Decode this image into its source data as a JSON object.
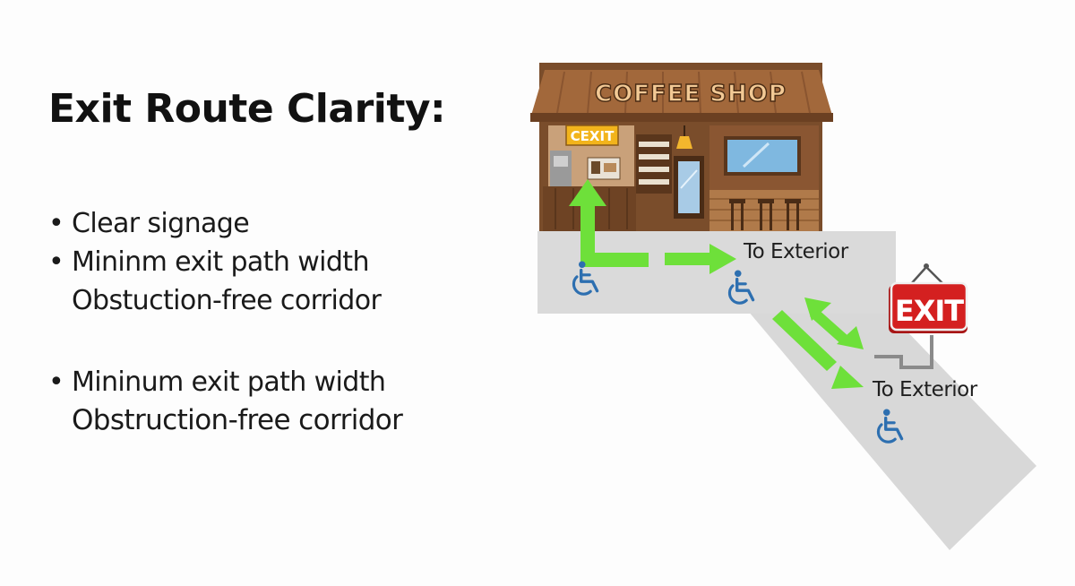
{
  "title": "Exit Route Clarity:",
  "bullets": {
    "item1": "Clear signage",
    "item2": "Mininm exit path width",
    "item2_continued": "Obstuction-free corridor",
    "item3": "Mininum exit path width",
    "item3_continued": "Obstruction-free corridor"
  },
  "illustration": {
    "shop_sign": "COFFEE SHOP",
    "inner_exit_sign": "CEXIT",
    "exit_sign": "EXIT",
    "label_to_exterior_1": "To Exterior",
    "label_to_exterior_2": "To Exterior",
    "icons": [
      "wheelchair-icon",
      "arrow-icon",
      "exit-sign-icon",
      "storefront-icon"
    ],
    "colors": {
      "arrow": "#6ee03a",
      "floor": "#d8d8d8",
      "wood": "#8a5a33",
      "exit_sign": "#d42020",
      "wheelchair": "#2d6fb0"
    }
  }
}
